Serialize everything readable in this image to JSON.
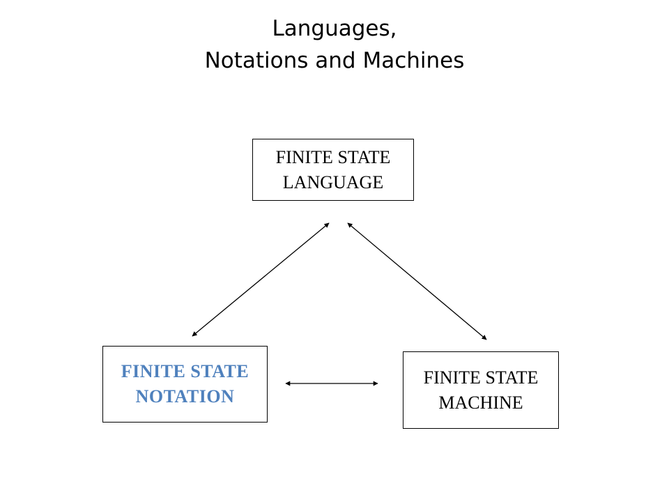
{
  "title": {
    "line1": "Languages,",
    "line2": "Notations and Machines"
  },
  "nodes": {
    "language": {
      "line1": "FINITE STATE",
      "line2": "LANGUAGE",
      "color": "#000000"
    },
    "notation": {
      "line1": "FINITE STATE",
      "line2": "NOTATION",
      "color": "#4f81bd"
    },
    "machine": {
      "line1": "FINITE STATE",
      "line2": "MACHINE",
      "color": "#000000"
    }
  },
  "edges": [
    {
      "from": "language",
      "to": "notation",
      "direction": "both"
    },
    {
      "from": "language",
      "to": "machine",
      "direction": "both"
    },
    {
      "from": "notation",
      "to": "machine",
      "direction": "both"
    }
  ]
}
